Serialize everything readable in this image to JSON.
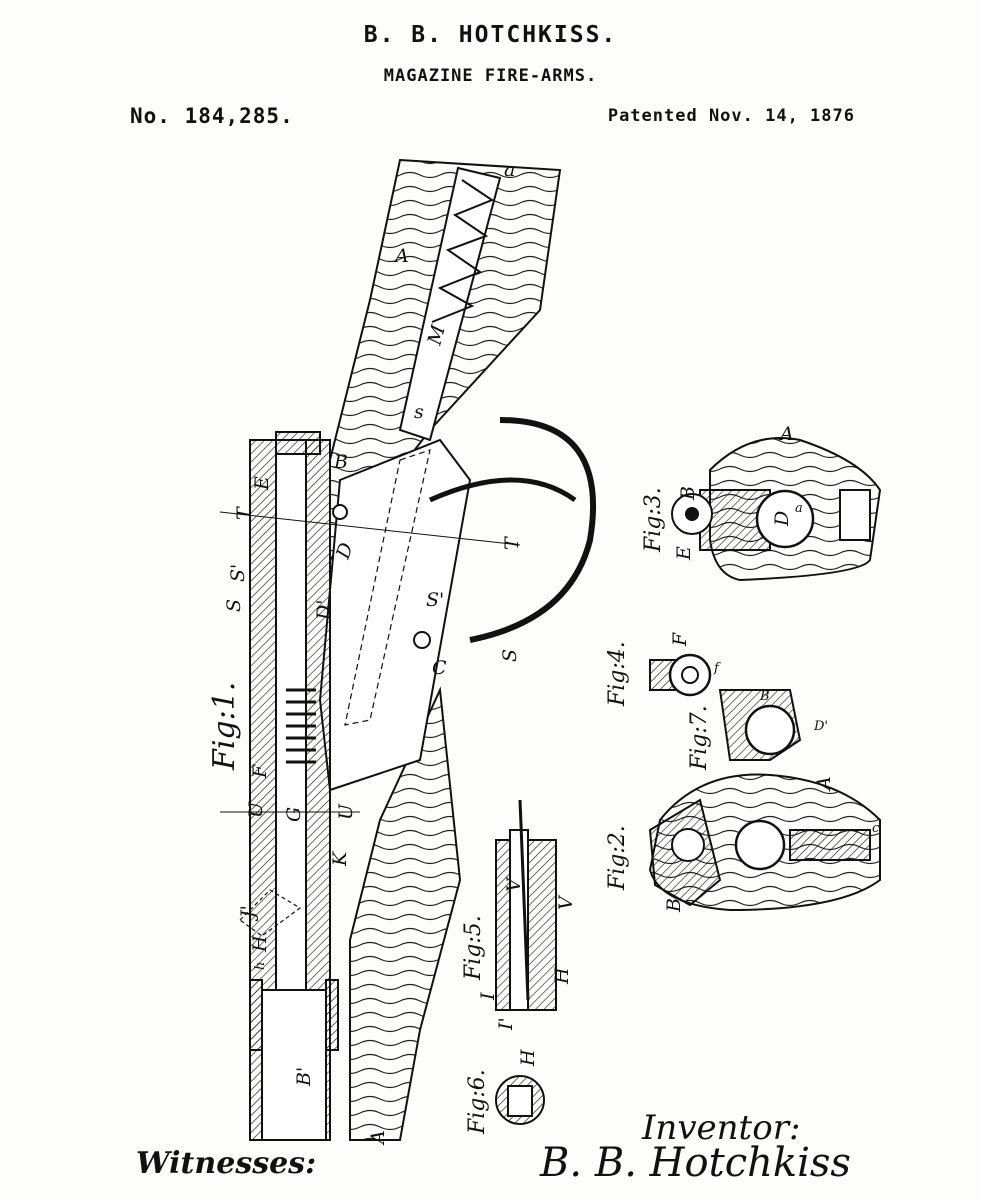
{
  "header": {
    "inventor_name": "B. B. HOTCHKISS.",
    "title": "MAGAZINE FIRE-ARMS.",
    "patent_number": "No. 184,285.",
    "patent_date": "Patented Nov. 14, 1876"
  },
  "figures": {
    "fig1": "Fig:1.",
    "fig2": "Fig:2.",
    "fig3": "Fig:3.",
    "fig4": "Fig:4.",
    "fig5": "Fig:5.",
    "fig6": "Fig:6.",
    "fig7": "Fig:7."
  },
  "part_labels": {
    "A": "A",
    "a": "a",
    "M": "M",
    "s": "s",
    "E": "E",
    "T": "T",
    "T2": "T",
    "B": "B",
    "S": "S",
    "S1": "S'",
    "S2": "S'",
    "D": "D",
    "D1": "D'",
    "C": "C",
    "F": "F",
    "U": "U",
    "U2": "U",
    "G": "G",
    "J": "J'",
    "K": "K",
    "H": "H",
    "h": "h",
    "B1": "B'",
    "V": "V",
    "V2": "V",
    "I": "I",
    "I1": "I'",
    "A2": "A",
    "B3": "B",
    "E3": "E",
    "D3": "D",
    "a3": "a",
    "A3": "A",
    "F4": "F",
    "f4": "f",
    "B4": "B",
    "D4": "D'",
    "B2": "B",
    "A5": "A",
    "c2": "c",
    "H6": "H"
  },
  "signatures": {
    "inventor_heading": "Inventor:",
    "inventor_signature": "B. B. Hotchkiss",
    "witnesses_heading": "Witnesses:"
  }
}
